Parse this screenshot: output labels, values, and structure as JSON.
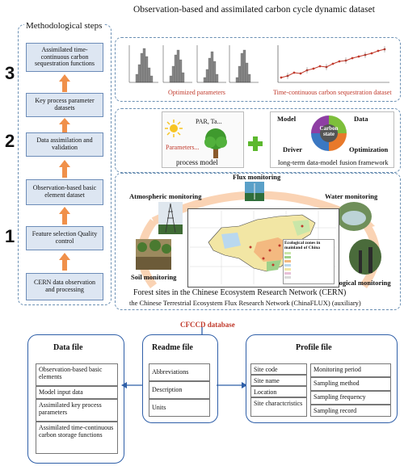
{
  "left_column": {
    "header": "Methodological steps",
    "steps": [
      {
        "label": "Assimilated time-continuous carbon sequestration functions"
      },
      {
        "label": "Key process parameter datasets"
      },
      {
        "label": "Data assimilation and validation"
      },
      {
        "label": "Observation-based basic element dataset"
      },
      {
        "label": "Feature selection Quality control"
      },
      {
        "label": "CERN data observation and processing"
      }
    ],
    "numbers": [
      "3",
      "2",
      "1"
    ]
  },
  "top": {
    "header": "Observation-based and assimilated carbon cycle dynamic dataset",
    "optimized_label": "Optimized parameters",
    "timeseries_label": "Time-continuous carbon sequestration dataset"
  },
  "middle": {
    "par_label": "PAR, Ta...",
    "parameters_label": "Parameters...",
    "process_model_label": "process model",
    "fusion_label": "long-term data-model fusion framework",
    "wheel": {
      "model": "Model",
      "data": "Data",
      "driver": "Driver",
      "optimization": "Optimization",
      "center": "Carbon state"
    }
  },
  "monitoring": {
    "flux": "Flux monitoring",
    "atmospheric": "Atmospheric monitoring",
    "water": "Water monitoring",
    "soil": "Soil monitoring",
    "biological": "Biological monitoring",
    "sites_title": "Forest sites in the Chinese Ecosystem Research Network (CERN)",
    "sites_subtitle": "the Chinese Terrestrial Ecosystem Flux Research Network (ChinaFLUX) (auxiliary)",
    "map_legend_title": "Ecological zones in mainland of China"
  },
  "database_label": "CFCCD database",
  "data_file": {
    "title": "Data file",
    "items": [
      "Observation-based basic elements",
      "Model input data",
      "Assimilated key process parameters",
      "Assimilated time-continuous carbon storage functions"
    ]
  },
  "readme_file": {
    "title": "Readme file",
    "items": [
      "Abbreviations",
      "Description",
      "Units"
    ]
  },
  "profile_file": {
    "title": "Profile file",
    "left_items": [
      "Site code",
      "Site name",
      "Location",
      "Site charactcristics"
    ],
    "right_items": [
      "Monitoring period",
      "Sampling method",
      "Sampling frequency",
      "Sampling record"
    ]
  },
  "colors": {
    "accent_blue": "#2f5fa8",
    "arrow_orange": "#f0904a",
    "red_label": "#c0392b",
    "green": "#5cb82e"
  }
}
